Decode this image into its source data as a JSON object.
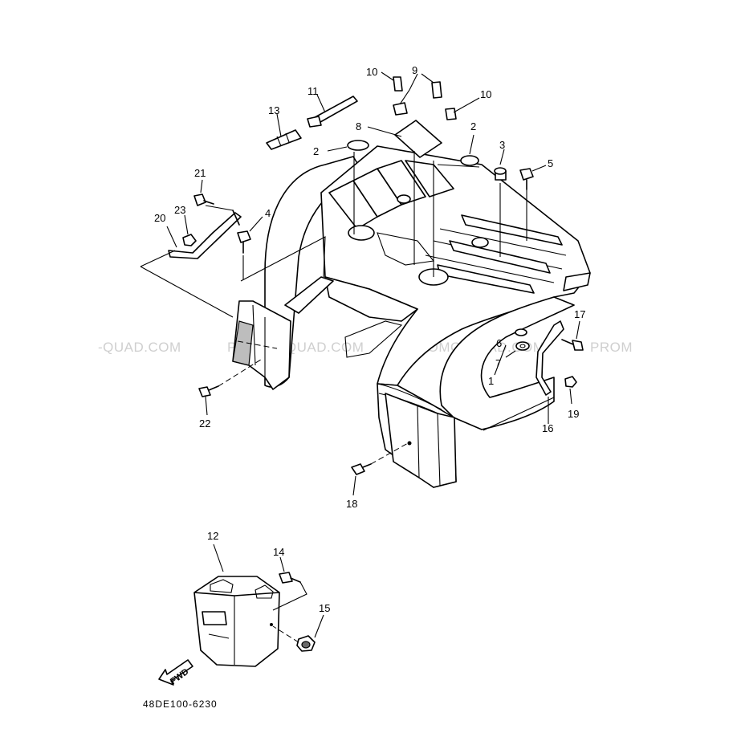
{
  "watermark": {
    "segments": [
      "-QUAD.COM",
      "PROMO-QUAD.COM",
      "PROMO-QUAD.COM",
      "PROM"
    ]
  },
  "callouts": {
    "p1": "1",
    "p2a": "2",
    "p2b": "2",
    "p3": "3",
    "p4": "4",
    "p5": "5",
    "p6": "6",
    "p7": "7",
    "p8": "8",
    "p9": "9",
    "p10a": "10",
    "p10b": "10",
    "p11": "11",
    "p12": "12",
    "p13": "13",
    "p14": "14",
    "p15": "15",
    "p16": "16",
    "p17": "17",
    "p18": "18",
    "p19": "19",
    "p20": "20",
    "p21": "21",
    "p22": "22",
    "p23": "23"
  },
  "fwd_label": "FWD",
  "diagram_code": "48DE100-6230"
}
